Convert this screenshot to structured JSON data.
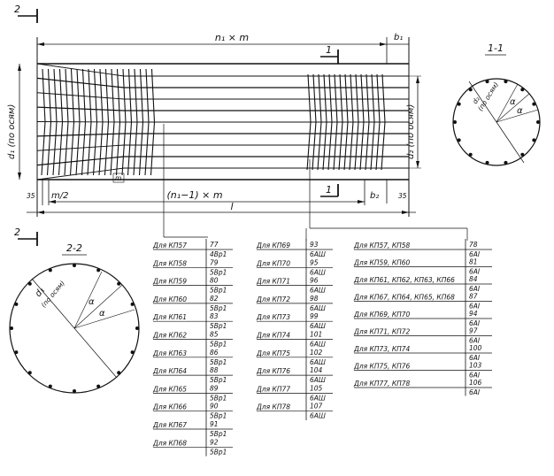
{
  "drawing": {
    "top_dim": "n₁ × m",
    "b1": "b₁",
    "b2": "b₂",
    "bottom_dim": "(n₁−1) × m",
    "total_length": "l",
    "d1_label": "d₁ (по осям)",
    "d2_label": "d₂ (по осям)",
    "m_left": "m/2",
    "m_mid": "m",
    "offset_left": "35",
    "offset_right": "35",
    "section_mark_1": "1",
    "section_mark_2": "2"
  },
  "sections": {
    "s11": {
      "title": "1-1",
      "d": "d₂",
      "note": "(по осям)",
      "alpha": "α"
    },
    "s22": {
      "title": "2-2",
      "d": "d₁",
      "note": "(по осям)",
      "alpha": "α"
    }
  },
  "table1": [
    {
      "label": "Для КП57",
      "top": "77",
      "bottom": "4Вр1"
    },
    {
      "label": "Для КП58",
      "top": "79",
      "bottom": "5Вр1"
    },
    {
      "label": "Для КП59",
      "top": "80",
      "bottom": "5Вр1"
    },
    {
      "label": "Для КП60",
      "top": "82",
      "bottom": "5Вр1"
    },
    {
      "label": "Для КП61",
      "top": "83",
      "bottom": "5Вр1"
    },
    {
      "label": "Для КП62",
      "top": "85",
      "bottom": "5Вр1"
    },
    {
      "label": "Для КП63",
      "top": "86",
      "bottom": "5Вр1"
    },
    {
      "label": "Для КП64",
      "top": "88",
      "bottom": "5Вр1"
    },
    {
      "label": "Для КП65",
      "top": "89",
      "bottom": "5Вр1"
    },
    {
      "label": "Для КП66",
      "top": "90",
      "bottom": "5Вр1"
    },
    {
      "label": "Для КП67",
      "top": "91",
      "bottom": "5Вр1"
    },
    {
      "label": "Для КП68",
      "top": "92",
      "bottom": "5Вр1"
    }
  ],
  "table2": [
    {
      "label": "Для КП69",
      "top": "93",
      "bottom": "6АШ"
    },
    {
      "label": "Для КП70",
      "top": "95",
      "bottom": "6АШ"
    },
    {
      "label": "Для КП71",
      "top": "96",
      "bottom": "6АШ"
    },
    {
      "label": "Для КП72",
      "top": "98",
      "bottom": "6АШ"
    },
    {
      "label": "Для КП73",
      "top": "99",
      "bottom": "6АШ"
    },
    {
      "label": "Для КП74",
      "top": "101",
      "bottom": "6АШ"
    },
    {
      "label": "Для КП75",
      "top": "102",
      "bottom": "6АШ"
    },
    {
      "label": "Для КП76",
      "top": "104",
      "bottom": "6АШ"
    },
    {
      "label": "Для КП77",
      "top": "105",
      "bottom": "6АШ"
    },
    {
      "label": "Для КП78",
      "top": "107",
      "bottom": "6АШ"
    }
  ],
  "table3": [
    {
      "label": "Для КП57, КП58",
      "top": "78",
      "bottom": "6АI"
    },
    {
      "label": "Для КП59, КП60",
      "top": "81",
      "bottom": "6АI"
    },
    {
      "label": "Для КП61, КП62, КП63, КП66",
      "top": "84",
      "bottom": "6АI"
    },
    {
      "label": "Для КП67, КП64, КП65, КП68",
      "top": "87",
      "bottom": "6АI"
    },
    {
      "label": "Для КП69, КП70",
      "top": "94",
      "bottom": "6АI"
    },
    {
      "label": "Для КП71, КП72",
      "top": "97",
      "bottom": "6АI"
    },
    {
      "label": "Для КП73, КП74",
      "top": "100",
      "bottom": "6АI"
    },
    {
      "label": "Для КП75, КП76",
      "top": "103",
      "bottom": "6АI"
    },
    {
      "label": "Для КП77, КП78",
      "top": "106",
      "bottom": "6АI"
    }
  ]
}
